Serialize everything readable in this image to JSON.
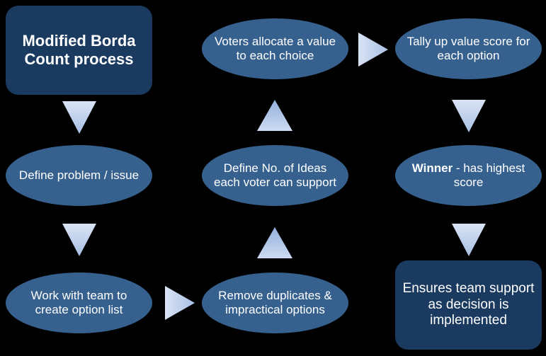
{
  "diagram": {
    "title": "Modified Borda Count process",
    "background_color": "#000000",
    "box_color": "#1a3a60",
    "ellipse_color": "#36618e",
    "arrow_color_light": "#cfdcf2",
    "arrow_color_dark": "#8fabd8",
    "text_color": "#ffffff",
    "nodes": {
      "title_box": "Modified Borda Count process",
      "define_problem": "Define problem / issue",
      "work_with_team": "Work with team to create option list",
      "remove_duplicates": "Remove duplicates & impractical options",
      "define_no_ideas": "Define No. of Ideas each voter can support",
      "voters_allocate": "Voters allocate a value to each choice",
      "tally_up": "Tally up value score for each option",
      "winner_bold": "Winner",
      "winner_rest": " - has highest score",
      "ensures_team": "Ensures team support as decision is implemented"
    },
    "arrows": [
      {
        "name": "arrow-title-to-define-problem",
        "direction": "down"
      },
      {
        "name": "arrow-define-problem-to-work-with-team",
        "direction": "down"
      },
      {
        "name": "arrow-work-with-team-to-remove-duplicates",
        "direction": "right"
      },
      {
        "name": "arrow-remove-duplicates-to-define-no-ideas",
        "direction": "up"
      },
      {
        "name": "arrow-define-no-ideas-to-voters-allocate",
        "direction": "up"
      },
      {
        "name": "arrow-voters-allocate-to-tally-up",
        "direction": "right"
      },
      {
        "name": "arrow-tally-up-to-winner",
        "direction": "down"
      },
      {
        "name": "arrow-winner-to-ensures-team",
        "direction": "down"
      }
    ]
  }
}
